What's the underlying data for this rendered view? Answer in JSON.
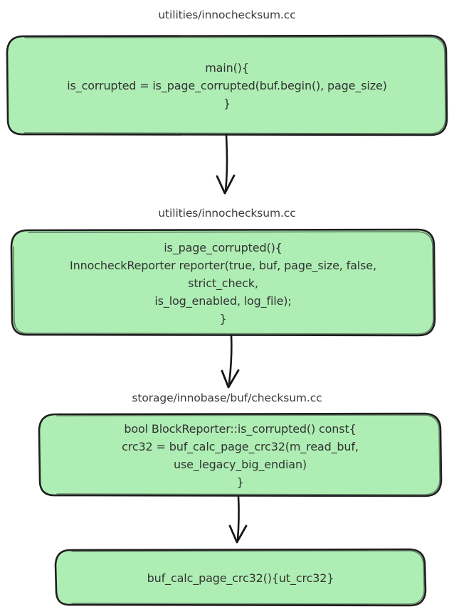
{
  "diagram": {
    "type": "flowchart",
    "direction": "top-to-bottom",
    "style": "hand-drawn",
    "node_fill_color": "#aeeeb4",
    "node_border_color": "#1f1f1f",
    "text_color": "#333333",
    "background_color": "#ffffff",
    "labels": [
      {
        "id": "label-1",
        "text": "utilities/innochecksum.cc"
      },
      {
        "id": "label-2",
        "text": "utilities/innochecksum.cc"
      },
      {
        "id": "label-3",
        "text": "storage/innobase/buf/checksum.cc"
      }
    ],
    "nodes": [
      {
        "id": "node-main",
        "text": "main(){\nis_corrupted = is_page_corrupted(buf.begin(), page_size)\n}"
      },
      {
        "id": "node-is-page-corrupted",
        "text": "is_page_corrupted(){\nInnocheckReporter reporter(true, buf, page_size, false,\nstrict_check,\nis_log_enabled, log_file);\n}"
      },
      {
        "id": "node-block-reporter",
        "text": "bool BlockReporter::is_corrupted() const{\ncrc32 = buf_calc_page_crc32(m_read_buf,\nuse_legacy_big_endian)\n}"
      },
      {
        "id": "node-buf-calc",
        "text": "buf_calc_page_crc32(){ut_crc32}"
      }
    ],
    "edges": [
      {
        "id": "edge-1",
        "from": "node-main",
        "to": "node-is-page-corrupted"
      },
      {
        "id": "edge-2",
        "from": "node-is-page-corrupted",
        "to": "node-block-reporter"
      },
      {
        "id": "edge-3",
        "from": "node-block-reporter",
        "to": "node-buf-calc"
      }
    ]
  }
}
